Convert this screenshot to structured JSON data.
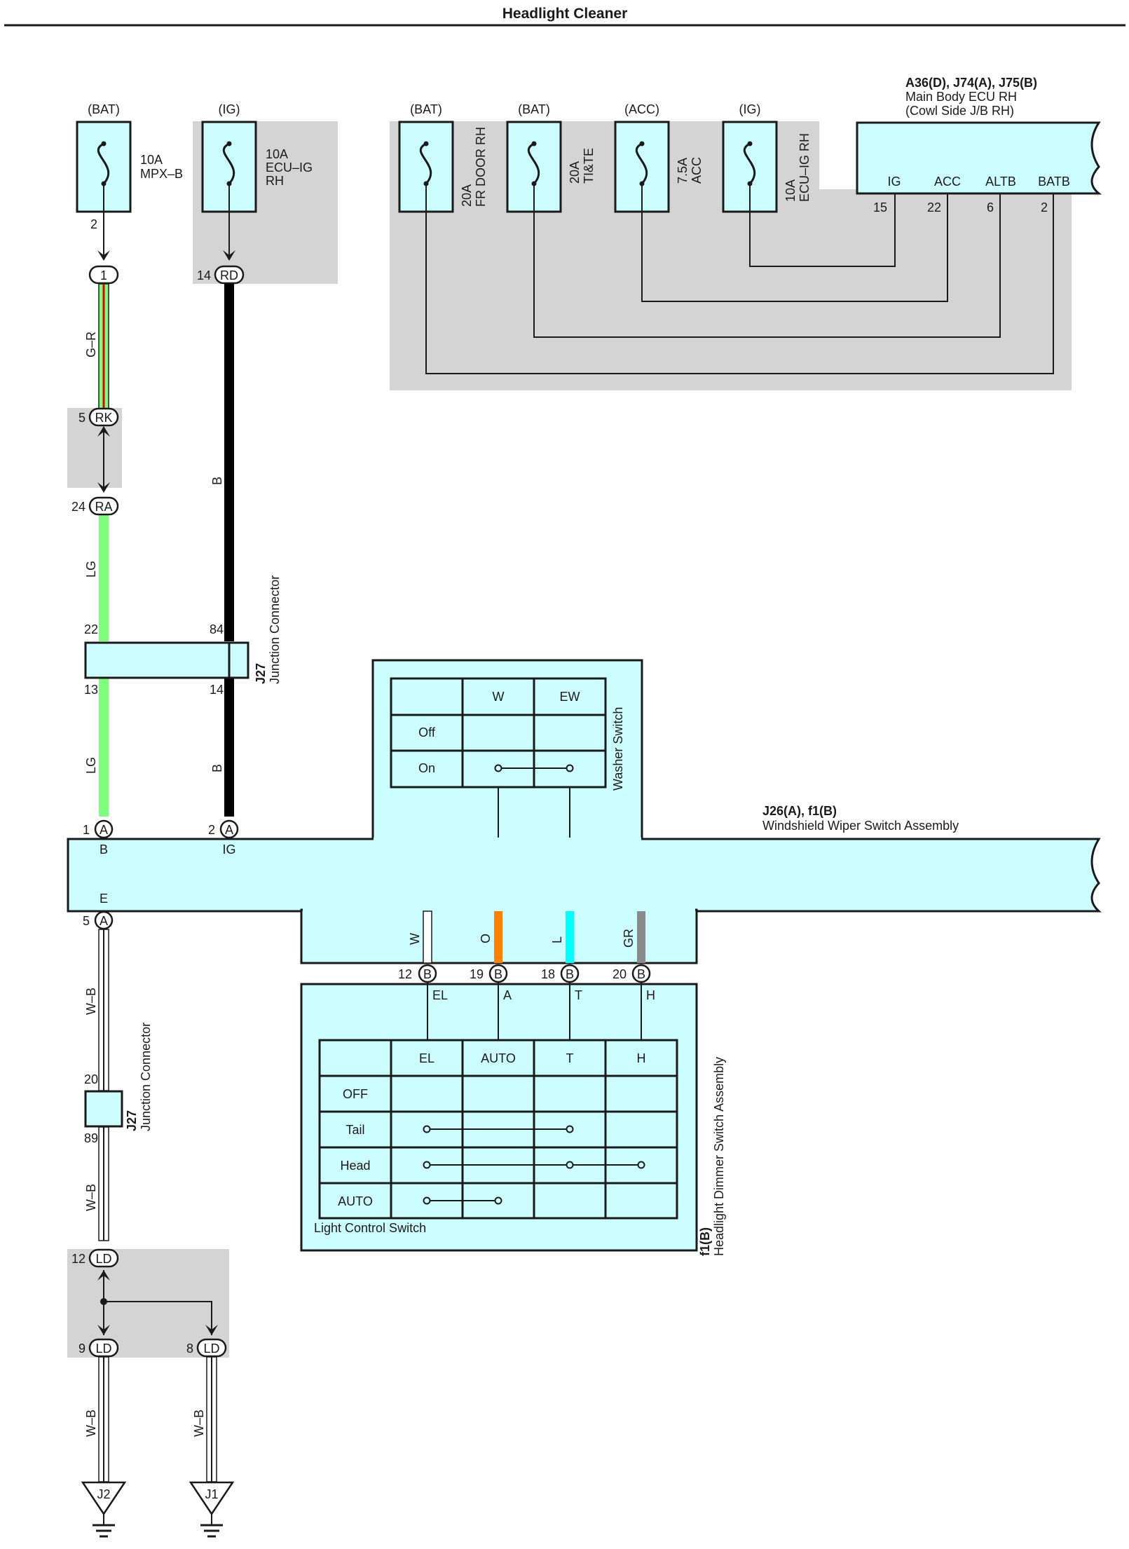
{
  "title": "Headlight Cleaner",
  "colors": {
    "box_fill": "#ccfeff",
    "splice_shade": "#d4d4d4",
    "wire_LG": "#7dff7d",
    "wire_O": "#ff8000",
    "wire_L": "#00ffff",
    "wire_GR": "#8a8a8a",
    "wire_R": "#e60000",
    "wire_W": "#ffffff",
    "wire_B": "#000000"
  },
  "fuses": {
    "mpx_b": {
      "source": "(BAT)",
      "line1": "10A",
      "line2": "MPX–B",
      "pin": "2"
    },
    "ecu_ig": {
      "source": "(IG)",
      "line1": "10A",
      "line2": "ECU–IG",
      "line3": "RH"
    },
    "fr_door": {
      "source": "(BAT)",
      "line1": "20A",
      "line2": "FR DOOR RH"
    },
    "tite": {
      "source": "(BAT)",
      "line1": "20A",
      "line2": "TI&TE"
    },
    "acc": {
      "source": "(ACC)",
      "line1": "7.5A",
      "line2": "ACC"
    },
    "ecu_ig_rh": {
      "source": "(IG)",
      "line1": "10A",
      "line2": "ECU–IG RH"
    }
  },
  "ecu": {
    "ref": "A36(D), J74(A), J75(B)",
    "name": "Main Body ECU RH",
    "sub": "(Cowl Side J/B RH)",
    "terminals": [
      {
        "label": "IG",
        "pin": "15"
      },
      {
        "label": "ACC",
        "pin": "22"
      },
      {
        "label": "ALTB",
        "pin": "6"
      },
      {
        "label": "BATB",
        "pin": "2"
      }
    ]
  },
  "connectors": {
    "c1": {
      "pin": "",
      "code": "1"
    },
    "rd": {
      "pin": "14",
      "code": "RD"
    },
    "rk": {
      "pin": "5",
      "code": "RK"
    },
    "ra": {
      "pin": "24",
      "code": "RA"
    },
    "a1": {
      "pin": "1",
      "code": "A"
    },
    "a2": {
      "pin": "2",
      "code": "A"
    },
    "a5": {
      "pin": "5",
      "code": "A"
    },
    "ld12": {
      "pin": "12",
      "code": "LD"
    },
    "ld9": {
      "pin": "9",
      "code": "LD"
    },
    "ld8": {
      "pin": "8",
      "code": "LD"
    },
    "b12": {
      "pin": "12",
      "code": "B"
    },
    "b19": {
      "pin": "19",
      "code": "B"
    },
    "b18": {
      "pin": "18",
      "code": "B"
    },
    "b20": {
      "pin": "20",
      "code": "B"
    }
  },
  "wires": {
    "g_r": "G–R",
    "lg1": "LG",
    "lg2": "LG",
    "b1": "B",
    "b2": "B",
    "wb1": "W–B",
    "wb2": "W–B",
    "wb3": "W–B",
    "wb4": "W–B",
    "w": "W",
    "o": "O",
    "l": "L",
    "gr": "GR"
  },
  "junction_connector_1": {
    "ref": "J27",
    "name": "Junction Connector",
    "pins": {
      "lg_in": "22",
      "b_in": "84",
      "lg_out": "13",
      "b_out": "14"
    }
  },
  "junction_connector_2": {
    "ref": "J27",
    "name": "Junction Connector",
    "pins": {
      "in": "20",
      "out": "89"
    }
  },
  "washer_switch": {
    "title": "Washer Switch",
    "columns": [
      "W",
      "EW"
    ],
    "rows": [
      "Off",
      "On"
    ]
  },
  "wiper_assembly": {
    "ref": "J26(A), f1(B)",
    "name": "Windshield Wiper Switch Assembly",
    "terminals": {
      "b": "B",
      "ig": "IG",
      "e": "E"
    }
  },
  "dimmer_assembly": {
    "ref": "f1(B)",
    "name": "Headlight Dimmer Switch Assembly",
    "terminals": [
      "EL",
      "A",
      "T",
      "H"
    ]
  },
  "light_control_switch": {
    "title": "Light Control Switch",
    "columns": [
      "EL",
      "AUTO",
      "T",
      "H"
    ],
    "rows": [
      "OFF",
      "Tail",
      "Head",
      "AUTO"
    ]
  },
  "grounds": {
    "g1": "J2",
    "g2": "J1"
  }
}
